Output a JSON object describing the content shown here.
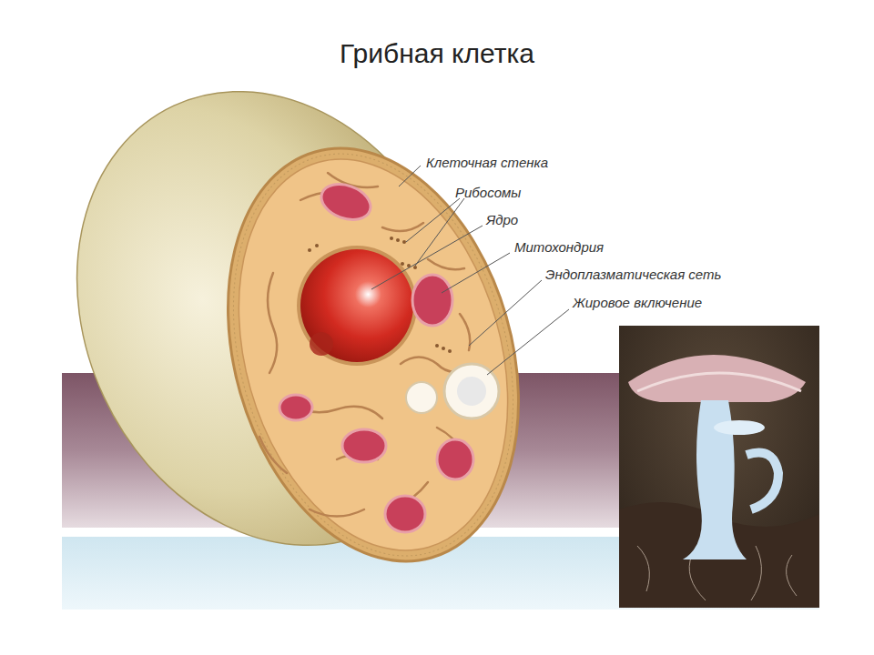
{
  "diagram": {
    "title": "Грибная клетка",
    "labels": [
      "Клеточная стенка",
      "Рибосомы",
      "Ядро",
      "Митохондрия",
      "Эндоплазматическая сеть",
      "Жировое включение"
    ]
  }
}
